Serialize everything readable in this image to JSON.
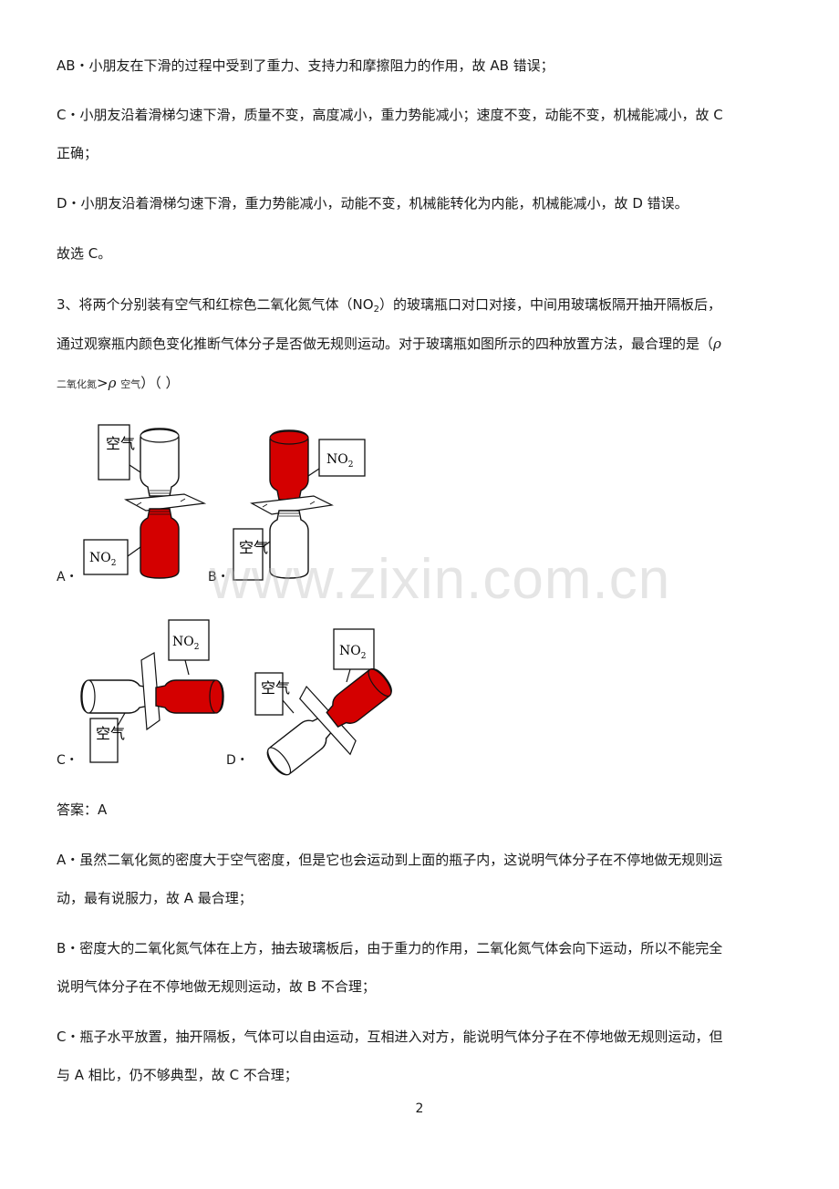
{
  "lines": {
    "l1": "AB・小朋友在下滑的过程中受到了重力、支持力和摩擦阻力的作用，故 AB 错误；",
    "l2": "C・小朋友沿着滑梯匀速下滑，质量不变，高度减小，重力势能减小；速度不变，动能不变，机械能减小，故 C",
    "l3": "正确；",
    "l4": "D・小朋友沿着滑梯匀速下滑，重力势能减小，动能不变，机械能转化为内能，机械能减小，故 D 错误。",
    "l5": "故选 C。",
    "q3a": "3、将两个分别装有空气和红棕色二氧化氮气体（NO",
    "q3a_sub": "2",
    "q3b": "）的玻璃瓶口对口对接，中间用玻璃板隔开抽开隔板后，",
    "q3c": "通过观察瓶内颜色变化推断气体分子是否做无规则运动。对于玻璃瓶如图所示的四种放置方法，最合理的是（",
    "q3c_rho": "ρ",
    "q3d_small1": "二氧化氮",
    "q3d_rel": ">",
    "q3d_rho": "ρ",
    "q3d_small2": "空气",
    "q3d_end": "）（  ）",
    "ans": "答案：A",
    "a1": "A・虽然二氧化氮的密度大于空气密度，但是它也会运动到上面的瓶子内，这说明气体分子在不停地做无规则运",
    "a2": "动，最有说服力，故 A 最合理；",
    "b1": "B・密度大的二氧化氮气体在上方，抽去玻璃板后，由于重力的作用，二氧化氮气体会向下运动，所以不能完全",
    "b2": "说明气体分子在不停地做无规则运动，故 B 不合理；",
    "c1": "C・瓶子水平放置，抽开隔板，气体可以自由运动，互相进入对方，能说明气体分子在不停地做无规则运动，但",
    "c2": "与 A 相比，仍不够典型，故 C 不合理；"
  },
  "figure": {
    "options": [
      "A・",
      "B・",
      "C・",
      "D・"
    ],
    "air_label": "空气",
    "no2_main": "NO",
    "no2_sub": "2",
    "colors": {
      "no2_fill": "#d40000",
      "air_fill": "#ffffff",
      "stroke": "#111111"
    }
  },
  "watermark": "www.zixin.com.cn",
  "page_number": "2"
}
